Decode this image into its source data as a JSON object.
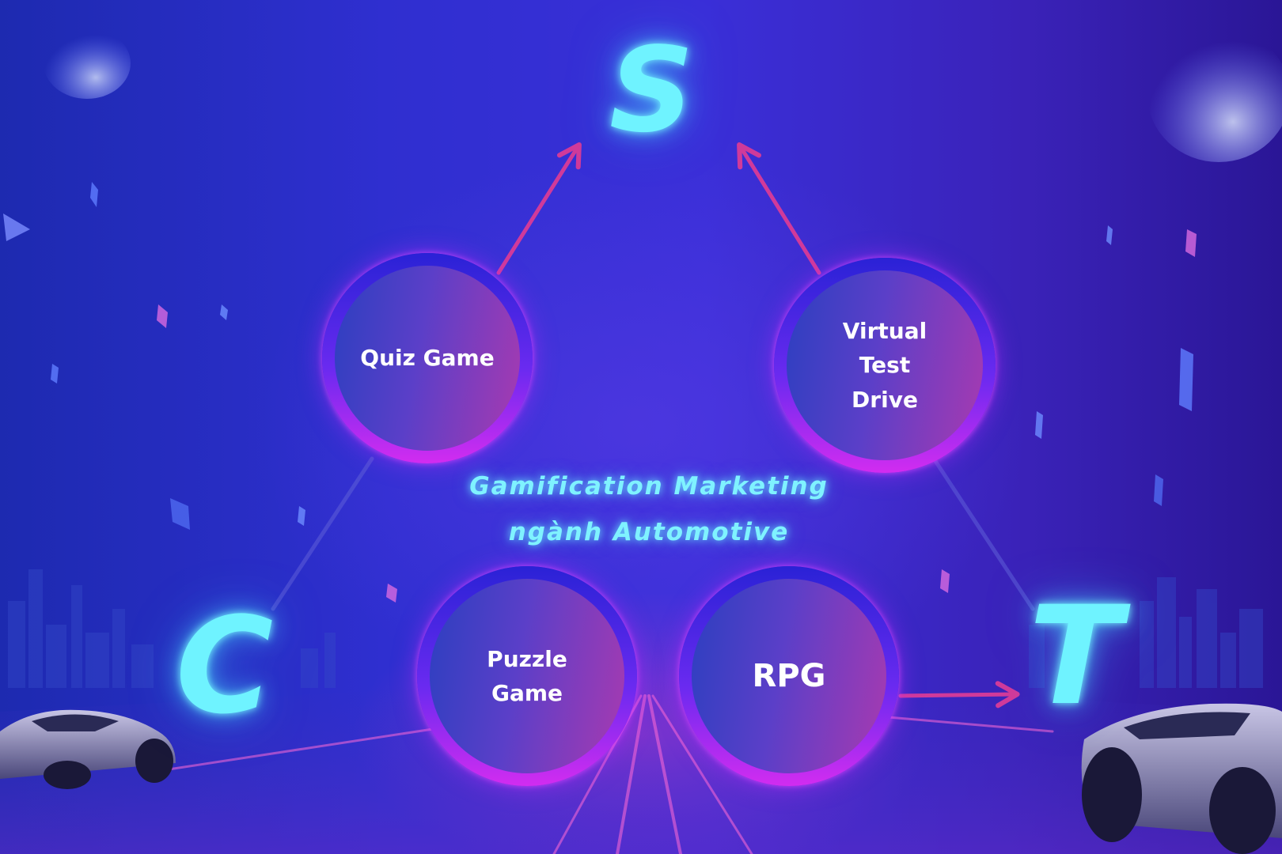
{
  "diagram": {
    "corners": {
      "top": "S",
      "left": "C",
      "right": "T"
    },
    "title_lines": [
      "Gamification Marketing",
      "ngành Automotive"
    ],
    "nodes": {
      "quiz": "Quiz Game",
      "virtual_test_drive": "Virtual\nTest\nDrive",
      "puzzle": "Puzzle\nGame",
      "rpg": "RPG"
    }
  },
  "colors": {
    "accent_cyan": "#6ff3ff",
    "arrow_pink": "#d03a9a",
    "node_border": "#c82cf0"
  }
}
